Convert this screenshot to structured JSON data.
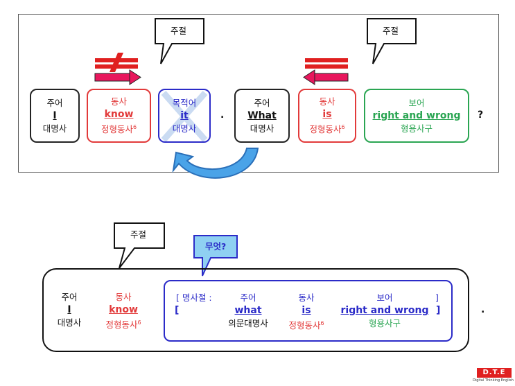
{
  "top": {
    "bubble_left": "주절",
    "bubble_right": "주절",
    "boxes": [
      {
        "role": "주어",
        "word": "I",
        "type": "대명사"
      },
      {
        "role": "동사",
        "word": "know",
        "type": "정형동사",
        "sup": "6"
      },
      {
        "role": "목적어",
        "word": "it",
        "type": "대명사"
      },
      {
        "role": "주어",
        "word": "What",
        "type": "대명사"
      },
      {
        "role": "동사",
        "word": "is",
        "type": "정형동사",
        "sup": "6"
      },
      {
        "role": "보어",
        "word": "right and wrong",
        "type": "형용사구"
      }
    ],
    "period": ".",
    "question": "?"
  },
  "bottom": {
    "bubble_main": "주절",
    "bubble_question": "무엇?",
    "subject": {
      "role": "주어",
      "word": "I",
      "type": "대명사"
    },
    "verb": {
      "role": "동사",
      "word": "know",
      "type": "정형동사",
      "sup": "6"
    },
    "clause_label_open": "[ 명사절 :",
    "clause_label_close": "]",
    "bracket_open": "[",
    "bracket_close": "]",
    "clause": [
      {
        "role": "주어",
        "word": "what",
        "type": "의문대명사"
      },
      {
        "role": "동사",
        "word": "is",
        "type": "정형동사",
        "sup": "6"
      },
      {
        "role": "보어",
        "word": "right and wrong",
        "type": "형용사구"
      }
    ],
    "period": "."
  },
  "logo": {
    "mark": "D.T.E",
    "tagline": "Digital Thinking English"
  },
  "colors": {
    "red": "#e23a3a",
    "blue": "#2b2bc8",
    "green": "#2aa552",
    "arrow_pink": "#e8175d",
    "curve_blue": "#4aa3e8"
  }
}
